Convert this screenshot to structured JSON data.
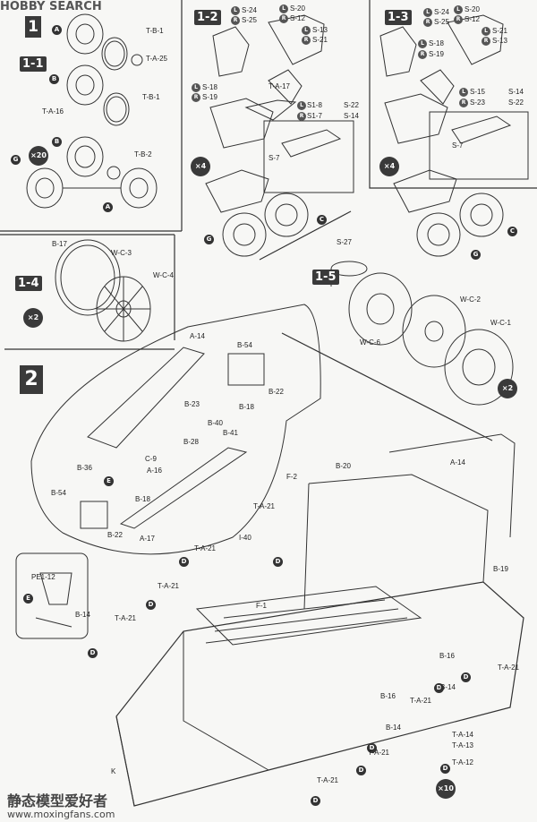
{
  "header": {
    "logo_text": "HOBBY SEARCH"
  },
  "steps": {
    "s1": "1",
    "s1_1": "1-1",
    "s1_2": "1-2",
    "s1_3": "1-3",
    "s1_4": "1-4",
    "s1_5": "1-5",
    "s2": "2"
  },
  "multipliers": {
    "x20": "×20",
    "x4a": "×4",
    "x4b": "×4",
    "x2a": "×2",
    "x2b": "×2",
    "x10": "×10"
  },
  "circle_codes": {
    "A": "A",
    "B": "B",
    "C": "C",
    "D": "D",
    "E": "E",
    "G": "G",
    "L": "L",
    "R": "R"
  },
  "part_labels": {
    "TB1": "T-B-1",
    "TA25": "T-A-25",
    "TB1b": "T-B-1",
    "TA16": "T-A-16",
    "TB2": "T-B-2",
    "S24": "S-24",
    "S25": "S-25",
    "S20": "S-20",
    "S12": "S-12",
    "S13": "S-13",
    "S21": "S-21",
    "S18": "S-18",
    "S19": "S-19",
    "TA17": "T-A-17",
    "S18_8": "S1-8",
    "S22": "S-22",
    "S17_7": "S1-7",
    "S14": "S-14",
    "S7": "S-7",
    "S24b": "S-24",
    "S25b": "S-25",
    "S20b": "S-20",
    "S12b": "S-12",
    "S21b": "S-21",
    "S13b": "S-13",
    "S18b": "S-18",
    "S19b": "S-19",
    "S15": "S-15",
    "S14b": "S-14",
    "S23": "S-23",
    "S22b": "S-22",
    "S7b": "S-7",
    "B17": "B-17",
    "WC3": "W-C-3",
    "WC4": "W-C-4",
    "S27": "S-27",
    "WC2": "W-C-2",
    "WC1": "W-C-1",
    "WC6": "W-C-6",
    "A14": "A-14",
    "B54": "B-54",
    "B22": "B-22",
    "B18": "B-18",
    "B23": "B-23",
    "B40": "B-40",
    "B41": "B-41",
    "B28": "B-28",
    "C9": "C-9",
    "B36": "B-36",
    "A16": "A-16",
    "B54b": "B-54",
    "B18b": "B-18",
    "B22b": "B-22",
    "A17": "A-17",
    "B20": "B-20",
    "A14b": "A-14",
    "F2": "F-2",
    "TA21a": "T-A-21",
    "I40": "I-40",
    "TA21b": "T-A-21",
    "TA21c": "T-A-21",
    "F1": "F-1",
    "TA21d": "T-A-21",
    "PE112": "PE1-12",
    "B14": "B-14",
    "B19": "B-19",
    "TA21e": "T-A-21",
    "B16a": "B-16",
    "B14b": "B-14",
    "B16b": "B-16",
    "TA21f": "T-A-21",
    "B14c": "B-14",
    "TA21g": "T-A-21",
    "TA21h": "T-A-21",
    "TA14": "T-A-14",
    "TA13": "T-A-13",
    "TA12": "T-A-12",
    "K": "K"
  },
  "watermark": {
    "title": "静态模型爱好者",
    "url": "www.moxingfans.com"
  }
}
